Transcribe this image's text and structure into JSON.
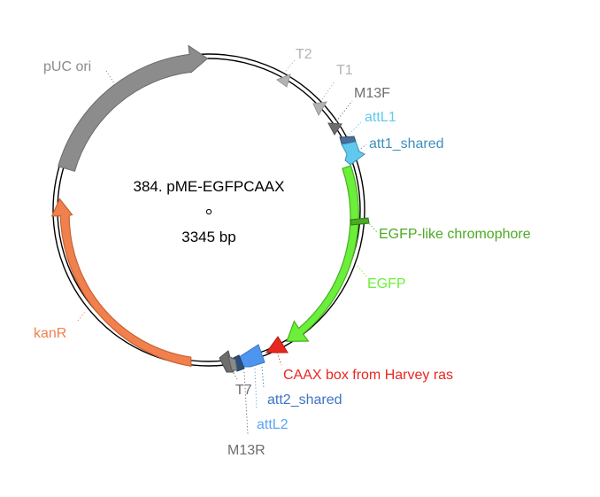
{
  "plasmid": {
    "name": "384. pME-EGFPCAAX",
    "length": "3345 bp"
  },
  "features": [
    {
      "id": "puc-ori",
      "label": "pUC ori",
      "color": "#8c8c8c",
      "label_color": "#8c8c8c"
    },
    {
      "id": "t2",
      "label": "T2",
      "color": "#b3b3b3",
      "label_color": "#b3b3b3"
    },
    {
      "id": "t1",
      "label": "T1",
      "color": "#b3b3b3",
      "label_color": "#b3b3b3"
    },
    {
      "id": "m13f",
      "label": "M13F",
      "color": "#6e6e6e",
      "label_color": "#6e6e6e"
    },
    {
      "id": "attl1",
      "label": "attL1",
      "color": "#62c9ee",
      "label_color": "#62c9ee"
    },
    {
      "id": "att1-shared",
      "label": "att1_shared",
      "color": "#3e8fbd",
      "label_color": "#3e8fbd"
    },
    {
      "id": "egfp-chromophore",
      "label": "EGFP-like chromophore",
      "color": "#4caa24",
      "label_color": "#4caa24"
    },
    {
      "id": "egfp",
      "label": "EGFP",
      "color": "#6bef3a",
      "label_color": "#6bef3a"
    },
    {
      "id": "caax",
      "label": "CAAX box from Harvey ras",
      "color": "#e8281f",
      "label_color": "#e8281f"
    },
    {
      "id": "att2-shared",
      "label": "att2_shared",
      "color": "#3d73c4",
      "label_color": "#3d73c4"
    },
    {
      "id": "attl2",
      "label": "attL2",
      "color": "#5aa6ef",
      "label_color": "#5aa6ef"
    },
    {
      "id": "t7",
      "label": "T7",
      "color": "#6e6e6e",
      "label_color": "#6e6e6e"
    },
    {
      "id": "m13r",
      "label": "M13R",
      "color": "#6e6e6e",
      "label_color": "#6e6e6e"
    },
    {
      "id": "kanr",
      "label": "kanR",
      "color": "#f0814f",
      "label_color": "#f0814f"
    }
  ]
}
